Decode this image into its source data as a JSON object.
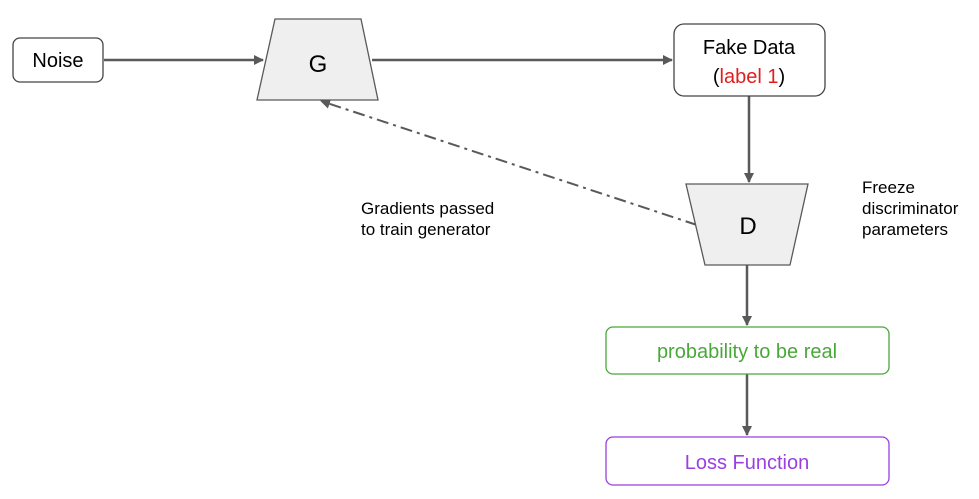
{
  "nodes": {
    "noise": {
      "label": "Noise"
    },
    "generator": {
      "label": "G"
    },
    "fake_data": {
      "label_line1": "Fake Data",
      "label_paren_open": "(",
      "label_highlight": "label 1",
      "label_paren_close": ")"
    },
    "discriminator": {
      "label": "D"
    },
    "probability": {
      "label": "probability to be real"
    },
    "loss": {
      "label": "Loss Function"
    }
  },
  "annotations": {
    "gradients_line1": "Gradients passed",
    "gradients_line2": "to train generator",
    "freeze_line1": "Freeze",
    "freeze_line2": "discriminator",
    "freeze_line3": "parameters"
  },
  "colors": {
    "edge": "#595959",
    "shape_fill": "#efefef",
    "label_highlight": "#e02020",
    "probability_accent": "#4aa83a",
    "loss_accent": "#9a3fe0",
    "box_border": "#444444"
  }
}
